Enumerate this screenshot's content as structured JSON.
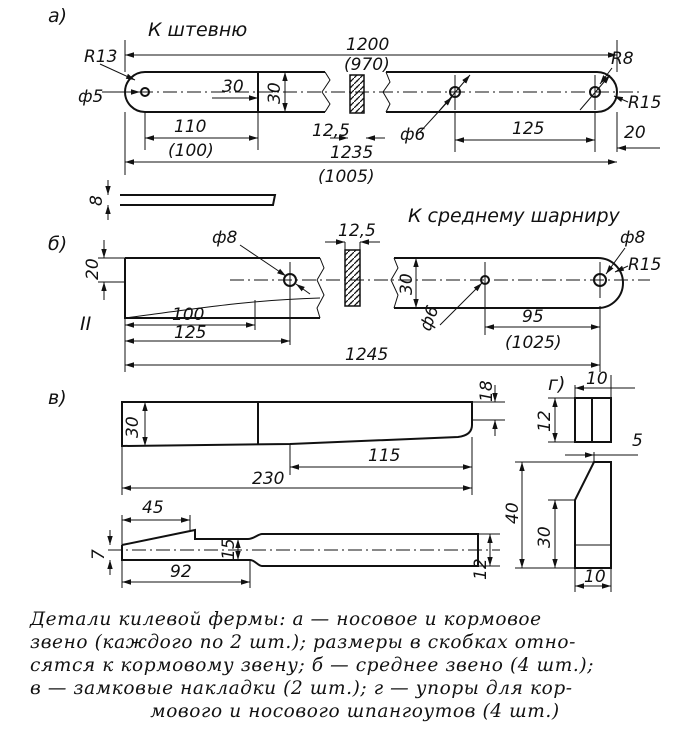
{
  "views": {
    "a": {
      "label": "а)",
      "note": "К штевню"
    },
    "b": {
      "label": "б)",
      "note": "К среднему шарниру",
      "section_mark": "II"
    },
    "v": {
      "label": "в)"
    },
    "g": {
      "label": "г)"
    }
  },
  "dims": {
    "a_r13": "R13",
    "a_d5": "ф5",
    "a_1200": "1200",
    "a_970": "(970)",
    "a_r8": "R8",
    "a_30w": "30",
    "a_30h": "30",
    "a_110": "110",
    "a_100": "(100)",
    "a_12_5": "12,5",
    "a_d6": "ф6",
    "a_125": "125",
    "a_20": "20",
    "a_r15": "R15",
    "a_1235": "1235",
    "a_1005": "(1005)",
    "a_8": "8",
    "b_d8l": "ф8",
    "b_12_5": "12,5",
    "b_d8r": "ф8",
    "b_r15": "R15",
    "b_20": "20",
    "b_30": "30",
    "b_d6": "ф6",
    "b_100": "100",
    "b_125": "125",
    "b_95": "95",
    "b_1025": "(1025)",
    "b_1245": "1245",
    "v_30": "30",
    "v_18": "18",
    "v_115": "115",
    "v_230": "230",
    "v_45": "45",
    "v_7": "7",
    "v_15": "15",
    "v_92": "92",
    "v_12": "12",
    "g_10top": "10",
    "g_12": "12",
    "g_5": "5",
    "g_40": "40",
    "g_30": "30",
    "g_10bot": "10"
  },
  "caption": {
    "line1": "Детали килевой фермы: а — носовое и кормовое",
    "line2": "звено (каждого по 2 шт.); размеры в скобках отно-",
    "line3": "сятся к кормовому звену; б — среднее звено (4 шт.);",
    "line4": "в — замковые накладки (2 шт.); г — упоры для кор-",
    "line5": "мового и носового шпангоутов (4 шт.)"
  }
}
